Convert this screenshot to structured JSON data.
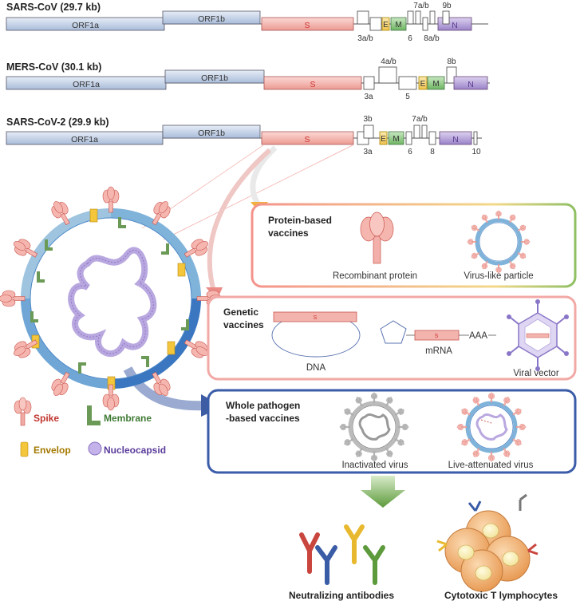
{
  "genomes": [
    {
      "title": "SARS-CoV (29.7 kb)",
      "orf1a": "ORF1a",
      "orf1b": "ORF1b",
      "s": "S",
      "e": "E",
      "m": "M",
      "n": "N",
      "labels_top": [
        "7a/b",
        "9b"
      ],
      "labels_bottom": [
        "3a/b",
        "6",
        "8a/b"
      ]
    },
    {
      "title": "MERS-CoV (30.1 kb)",
      "orf1a": "ORF1a",
      "orf1b": "ORF1b",
      "s": "S",
      "e": "E",
      "m": "M",
      "n": "N",
      "labels_top": [
        "4a/b",
        "8b"
      ],
      "labels_bottom": [
        "3a",
        "5"
      ]
    },
    {
      "title": "SARS-CoV-2 (29.9 kb)",
      "orf1a": "ORF1a",
      "orf1b": "ORF1b",
      "s": "S",
      "e": "E",
      "m": "M",
      "n": "N",
      "labels_top": [
        "3b",
        "7a/b"
      ],
      "labels_bottom": [
        "3a",
        "6",
        "8",
        "10"
      ]
    }
  ],
  "legend": {
    "spike": "Spike",
    "membrane": "Membrane",
    "envelop": "Envelop",
    "nucleocapsid": "Nucleocapsid"
  },
  "protein_box": {
    "title_line1": "Protein-based",
    "title_line2": "vaccines",
    "item1": "Recombinant protein",
    "item2": "Virus-like particle"
  },
  "genetic_box": {
    "title_line1": "Genetic",
    "title_line2": "vaccines",
    "dna": "DNA",
    "mrna": "mRNA",
    "polya": "AAA",
    "vector": "Viral vector",
    "s_label": "S"
  },
  "whole_box": {
    "title_line1": "Whole pathogen",
    "title_line2": "-based vaccines",
    "item1": "Inactivated virus",
    "item2": "Live-attenuated virus"
  },
  "outcomes": {
    "antibodies": "Neutralizing antibodies",
    "ctl": "Cytotoxic T lymphocytes"
  },
  "colors": {
    "orf": "#c9d6ea",
    "spike_gene": "#f3b4ae",
    "e_gene": "#f5d77a",
    "m_gene": "#8fc786",
    "n_gene": "#b8a4d8",
    "protein_box": "#f29a92",
    "genetic_box": "#f1a9a6",
    "whole_box": "#3b5ca8"
  }
}
